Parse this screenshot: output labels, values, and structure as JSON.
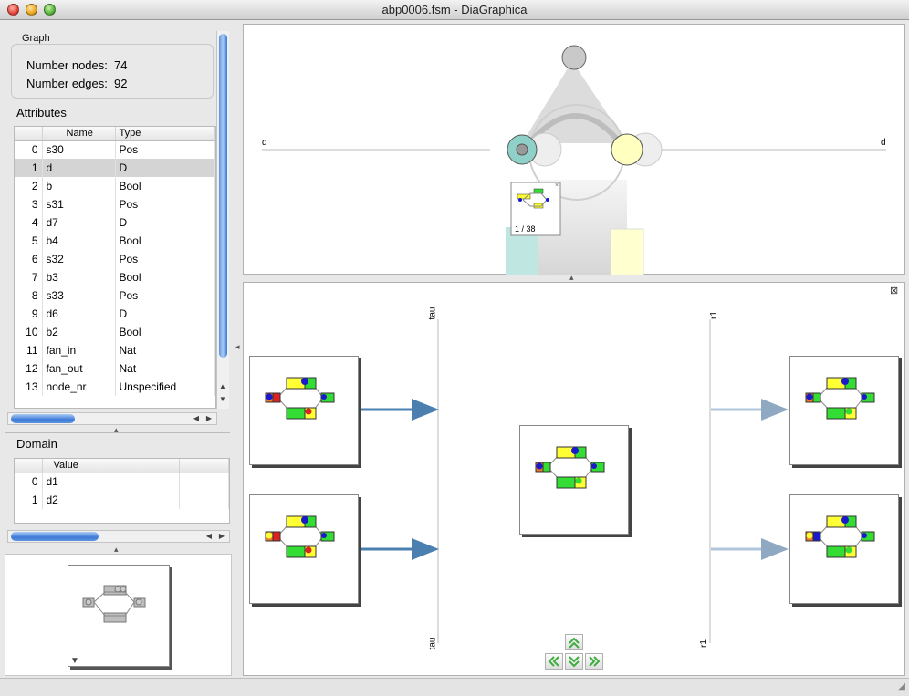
{
  "window": {
    "title": "abp0006.fsm - DiaGraphica"
  },
  "graph": {
    "group_label": "Graph",
    "nodes_label": "Number nodes:",
    "nodes_value": "74",
    "edges_label": "Number edges:",
    "edges_value": "92"
  },
  "attributes": {
    "title": "Attributes",
    "col_name": "Name",
    "col_type": "Type",
    "rows": [
      {
        "idx": "0",
        "name": "s30",
        "type": "Pos"
      },
      {
        "idx": "1",
        "name": "d",
        "type": "D"
      },
      {
        "idx": "2",
        "name": "b",
        "type": "Bool"
      },
      {
        "idx": "3",
        "name": "s31",
        "type": "Pos"
      },
      {
        "idx": "4",
        "name": "d7",
        "type": "D"
      },
      {
        "idx": "5",
        "name": "b4",
        "type": "Bool"
      },
      {
        "idx": "6",
        "name": "s32",
        "type": "Pos"
      },
      {
        "idx": "7",
        "name": "b3",
        "type": "Bool"
      },
      {
        "idx": "8",
        "name": "s33",
        "type": "Pos"
      },
      {
        "idx": "9",
        "name": "d6",
        "type": "D"
      },
      {
        "idx": "10",
        "name": "b2",
        "type": "Bool"
      },
      {
        "idx": "11",
        "name": "fan_in",
        "type": "Nat"
      },
      {
        "idx": "12",
        "name": "fan_out",
        "type": "Nat"
      },
      {
        "idx": "13",
        "name": "node_nr",
        "type": "Unspecified"
      }
    ],
    "selected_index": 1
  },
  "domain": {
    "title": "Domain",
    "col_value": "Value",
    "rows": [
      {
        "idx": "0",
        "value": "d1"
      },
      {
        "idx": "1",
        "value": "d2"
      }
    ]
  },
  "top_view": {
    "axis_left_label": "d",
    "axis_right_label": "d",
    "popup_counter": "1 / 38"
  },
  "bottom_view": {
    "left_axis_top_label": "tau",
    "left_axis_bottom_label": "tau",
    "right_axis_top_label": "r1",
    "right_axis_bottom_label": "r1"
  },
  "colors": {
    "yellow": "#ffff33",
    "green": "#33dd33",
    "blue": "#1a1acc",
    "red": "#dd2222",
    "orange": "#e87a2a",
    "teal": "#8fd0c8",
    "pale_yellow": "#ffffc0",
    "scroll_blue": "#3d7ad6",
    "edge_arrow": "#4a7fb0"
  },
  "icons": {
    "close_view": "close-icon",
    "nav_up": "double-chevron-up-icon",
    "nav_down": "double-chevron-down-icon",
    "nav_prev": "double-chevron-left-icon",
    "nav_next": "double-chevron-right-icon",
    "resize": "resize-grip-icon",
    "dropdown": "triangle-down-icon"
  }
}
